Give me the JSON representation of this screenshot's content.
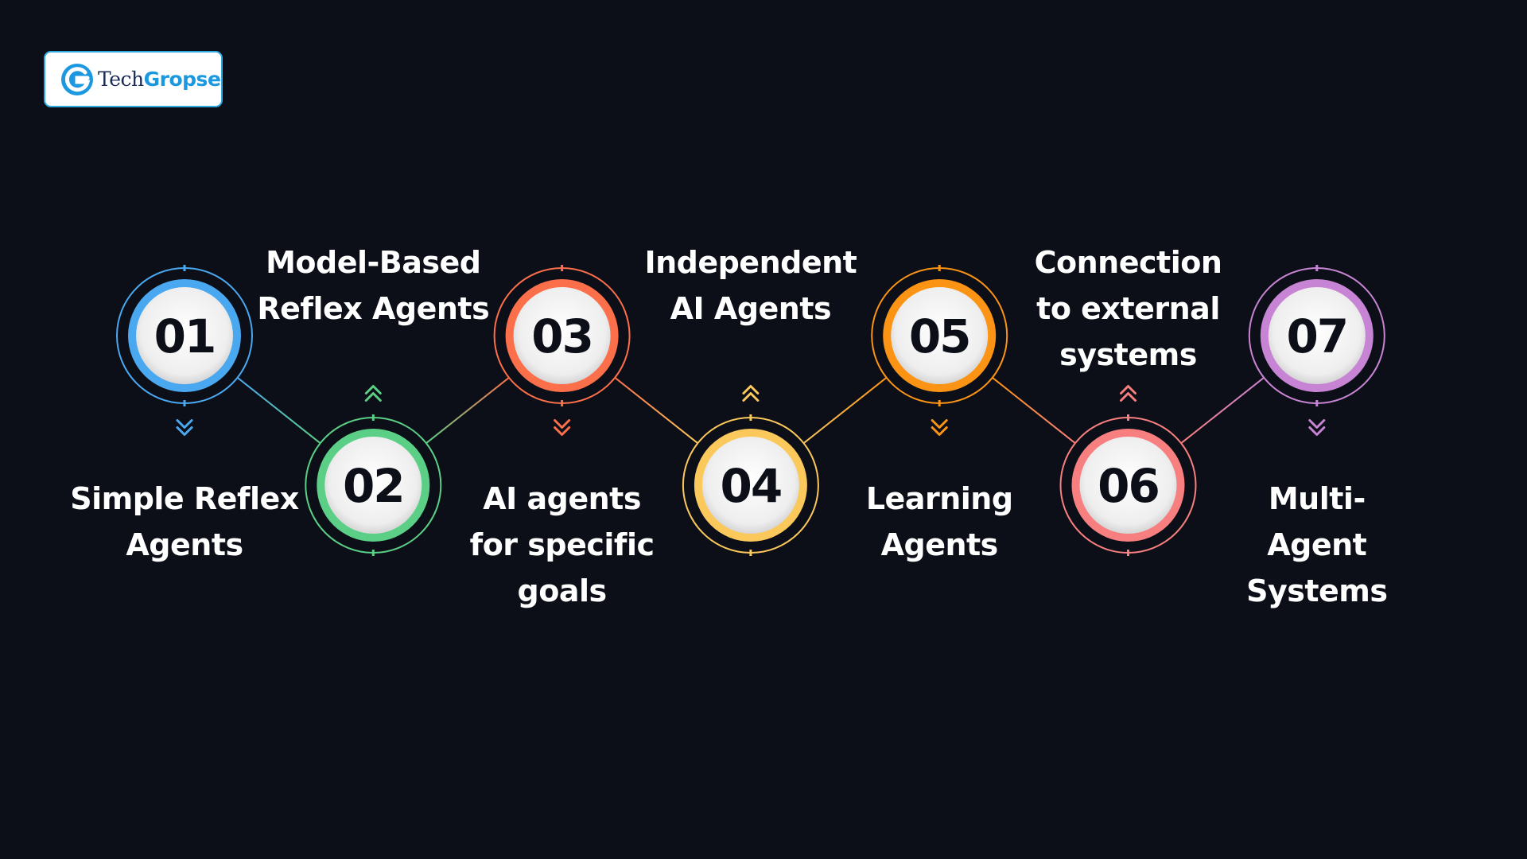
{
  "brand": {
    "name_part1": "Tech",
    "name_part2": "Gropse",
    "border_color": "#2fa9e0",
    "mark_color": "#1b98e0"
  },
  "steps": [
    {
      "number": "01",
      "label": [
        "Simple Reflex",
        "Agents"
      ],
      "color": "#4aa8f0",
      "label_side": "below"
    },
    {
      "number": "02",
      "label": [
        "Model-Based",
        "Reflex Agents"
      ],
      "color": "#5ccf86",
      "label_side": "above"
    },
    {
      "number": "03",
      "label": [
        "AI agents",
        "for specific",
        "goals"
      ],
      "color": "#fb6f4b",
      "label_side": "below"
    },
    {
      "number": "04",
      "label": [
        "Independent",
        "AI Agents"
      ],
      "color": "#fbc85b",
      "label_side": "above"
    },
    {
      "number": "05",
      "label": [
        "Learning",
        "Agents"
      ],
      "color": "#fb9414",
      "label_side": "below"
    },
    {
      "number": "06",
      "label": [
        "Connection",
        "to external",
        "systems"
      ],
      "color": "#f77f7f",
      "label_side": "above"
    },
    {
      "number": "07",
      "label": [
        "Multi-",
        "Agent",
        "Systems"
      ],
      "color": "#c884d4",
      "label_side": "below"
    }
  ],
  "icons": {
    "arrow_up": "double-chevron-up-icon",
    "arrow_down": "double-chevron-down-icon"
  }
}
